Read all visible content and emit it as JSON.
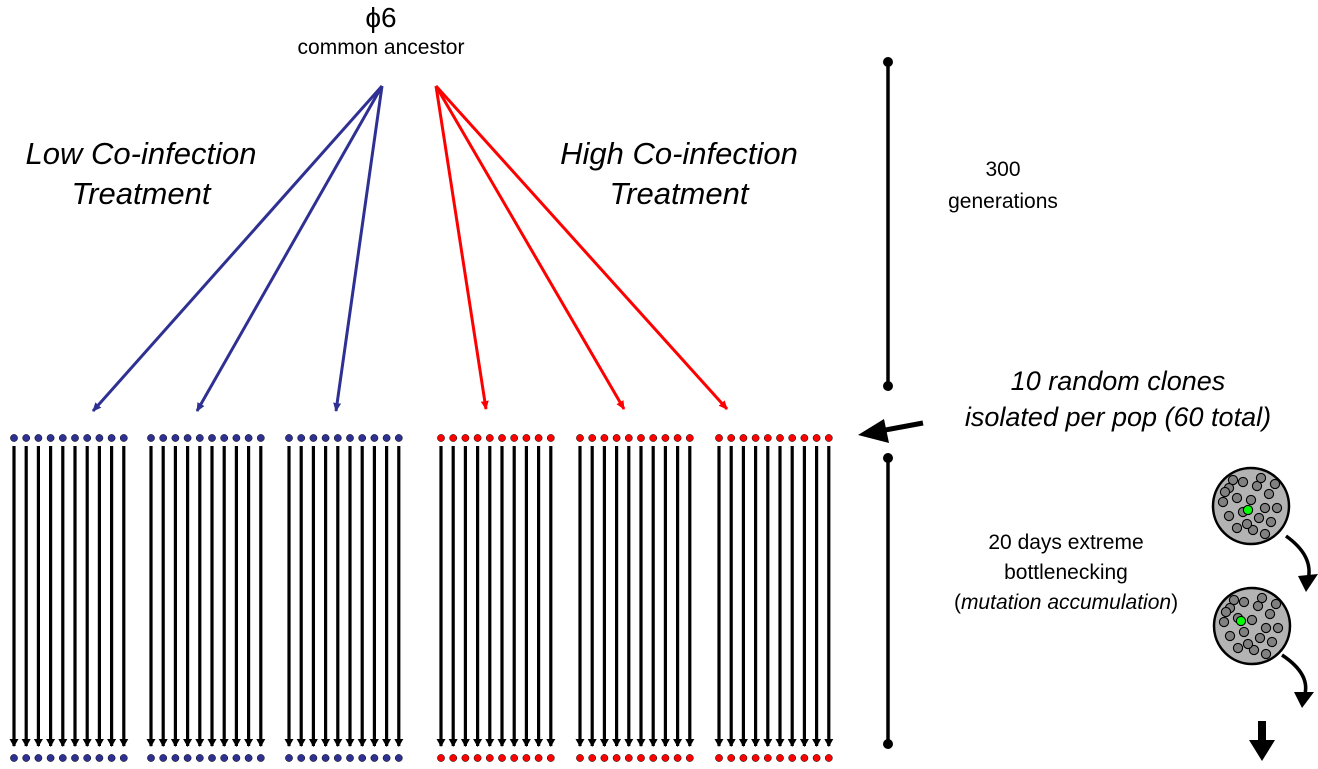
{
  "ancestor": {
    "symbol": "ϕ6",
    "label": "common ancestor"
  },
  "treatments": {
    "low": {
      "line1": "Low Co-infection",
      "line2": "Treatment",
      "color": "#2e3192"
    },
    "high": {
      "line1": "High Co-infection",
      "line2": "Treatment",
      "color": "#ff0000"
    }
  },
  "timeline": {
    "phase1_line1": "300",
    "phase1_line2": "generations",
    "clones_line1": "10 random clones",
    "clones_line2": "isolated per pop (60 total)",
    "phase2_line1": "20 days extreme",
    "phase2_line2": "bottlenecking",
    "phase2_line3_open": "(",
    "phase2_line3_italic": "mutation accumulation",
    "phase2_line3_close": ")"
  },
  "populations": {
    "count": 6,
    "clones_per_population": 10
  },
  "colors": {
    "plate_fill": "#b3b3b3",
    "cell_fill": "#808080",
    "highlight_cell": "#00ff00",
    "line": "#000000"
  }
}
